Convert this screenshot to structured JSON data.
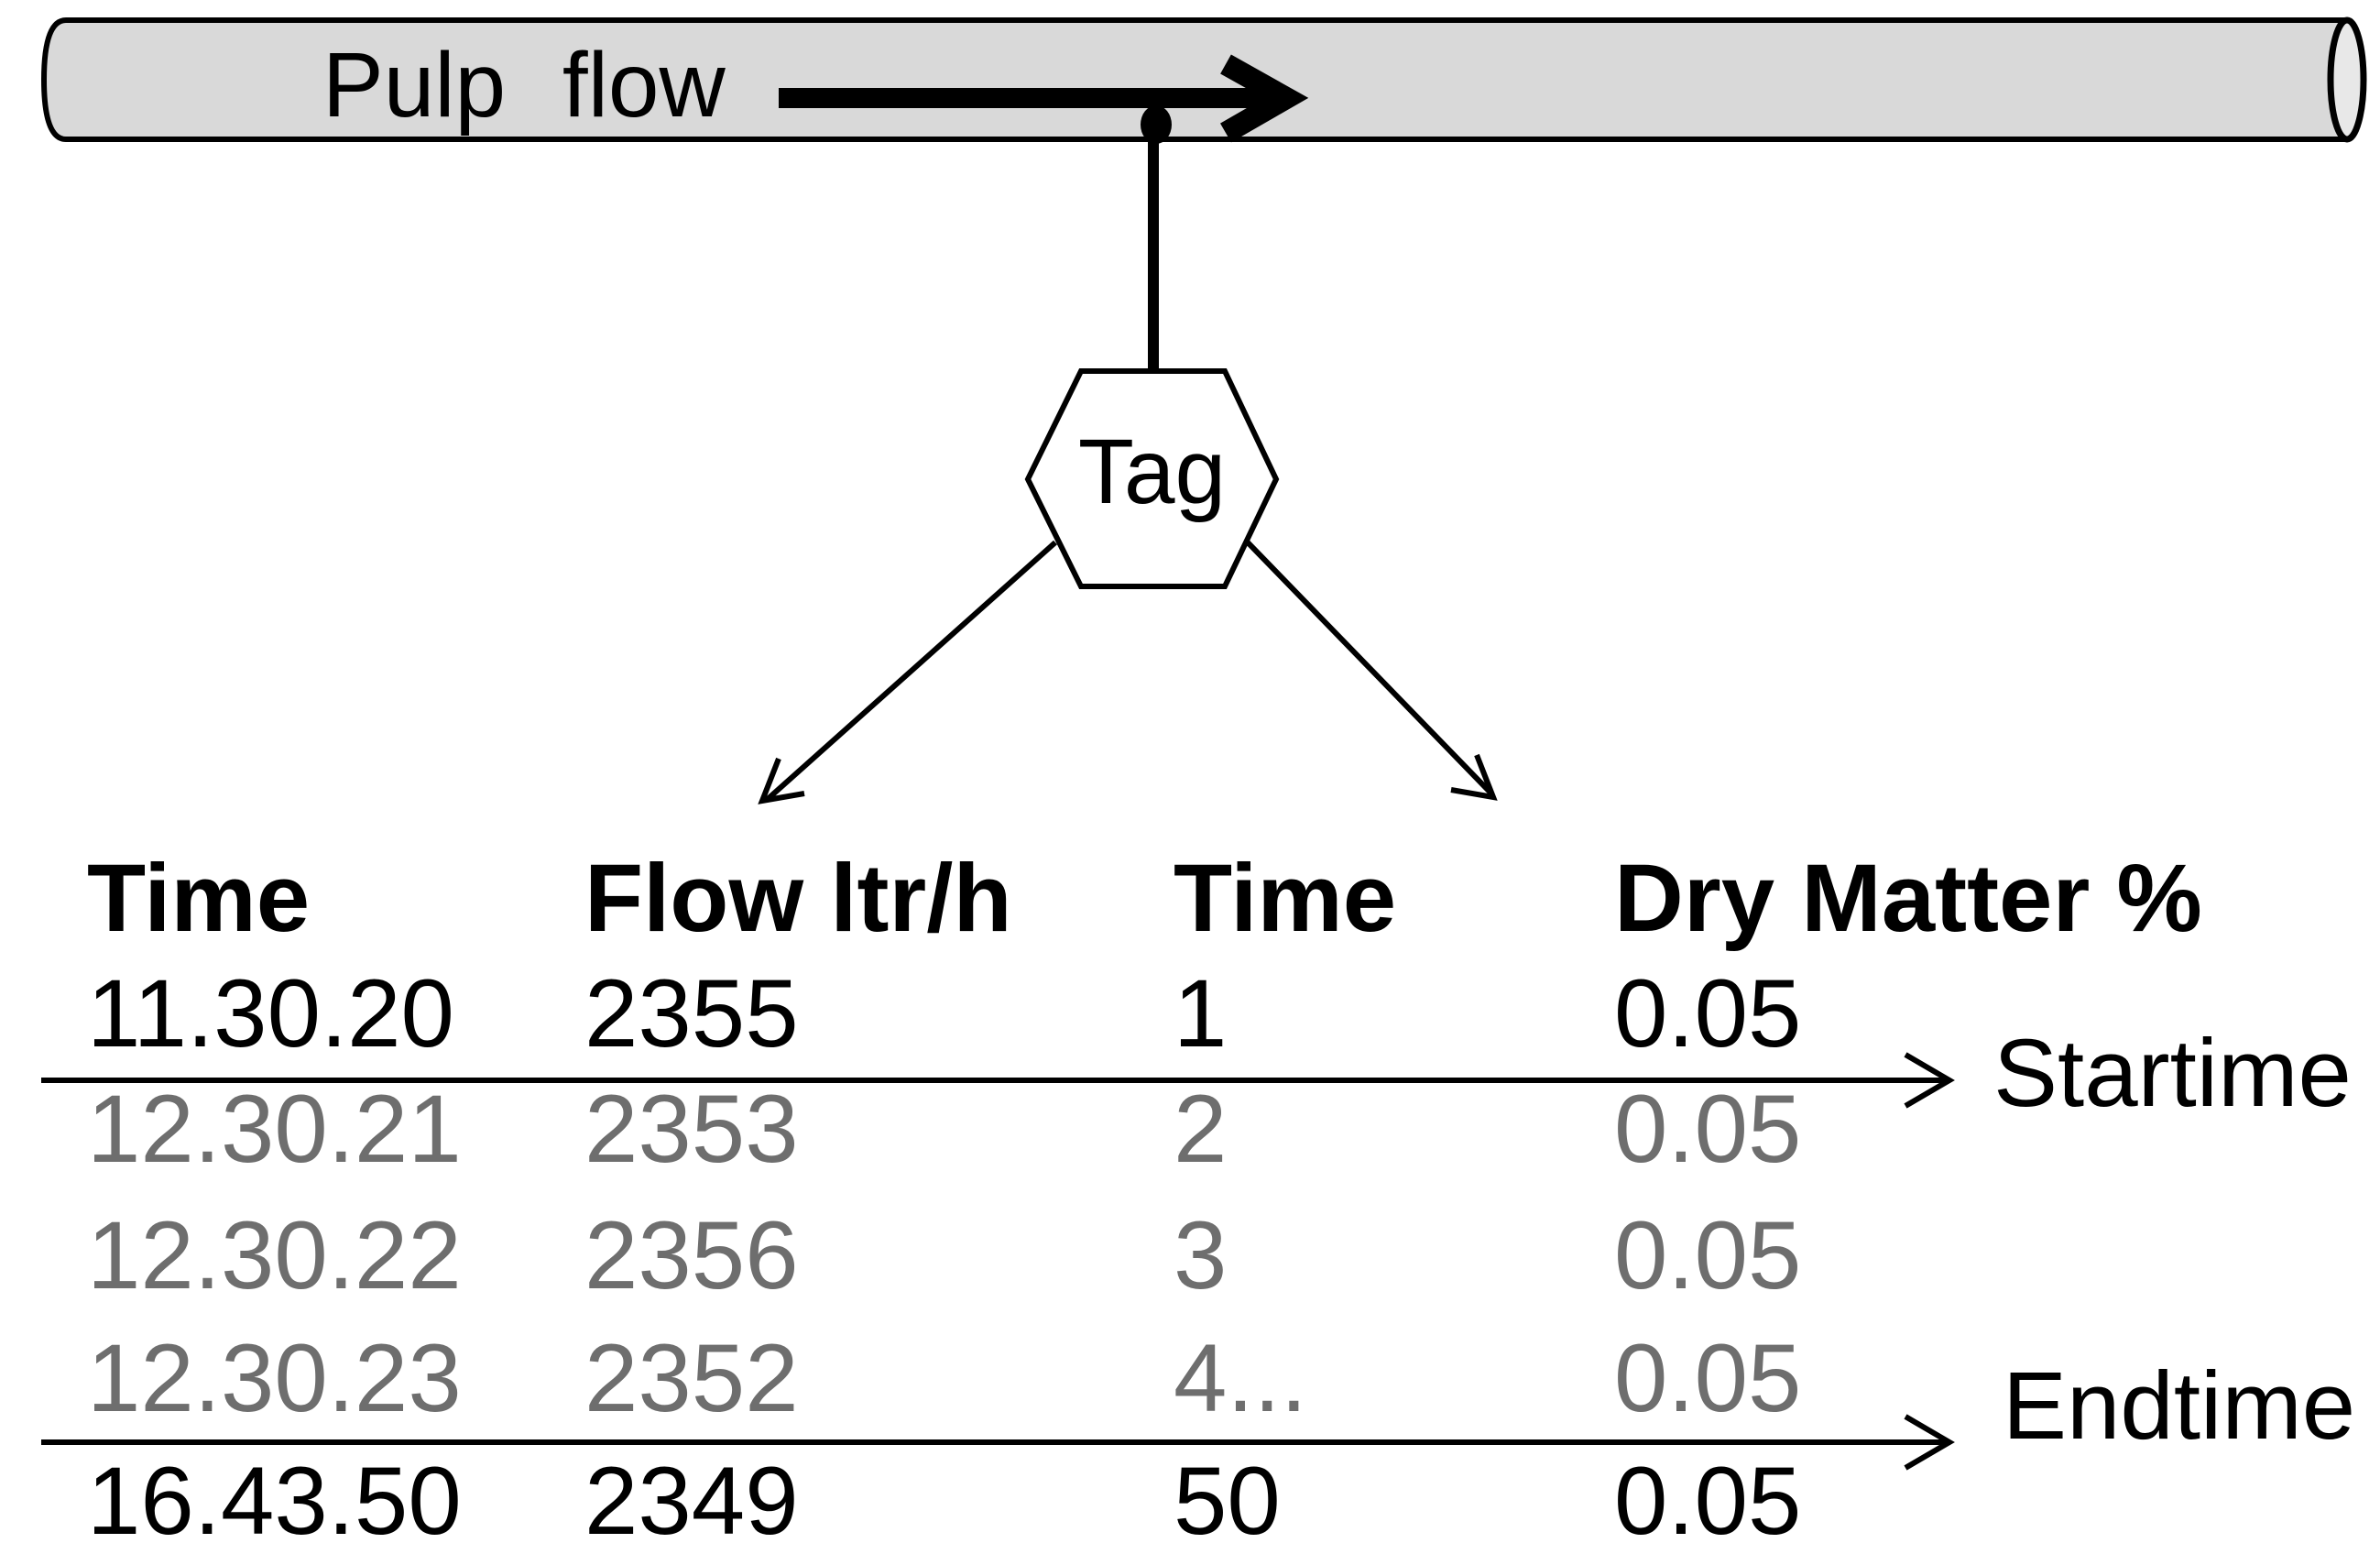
{
  "pipe": {
    "label": "Pulp flow",
    "fill": "#d9d9d9",
    "end_cap_fill": "#e8e8e8",
    "flow_direction": "right"
  },
  "sensor": {
    "tag_label": "Tag"
  },
  "table": {
    "headers": [
      "Time",
      "Flow ltr/h",
      "Time",
      "Dry Matter %"
    ],
    "rows": [
      {
        "time": "11.30.20",
        "flow": "2355",
        "sample_time": "1",
        "dry_matter": "0.05",
        "emphasis": "black"
      },
      {
        "time": "12.30.21",
        "flow": "2353",
        "sample_time": "2",
        "dry_matter": "0.05",
        "emphasis": "gray"
      },
      {
        "time": "12.30.22",
        "flow": "2356",
        "sample_time": "3",
        "dry_matter": "0.05",
        "emphasis": "gray"
      },
      {
        "time": "12.30.23",
        "flow": "2352",
        "sample_time": "4...",
        "dry_matter": "0.05",
        "emphasis": "gray"
      },
      {
        "time": "16.43.50",
        "flow": "2349",
        "sample_time": "50",
        "dry_matter": "0.05",
        "emphasis": "black"
      }
    ]
  },
  "annotations": {
    "start_line_label": "Startime",
    "end_line_label": "Endtime"
  },
  "colors": {
    "text_black": "#000000",
    "text_gray": "#6e6e6e",
    "pipe_fill": "#d9d9d9",
    "pipe_cap_fill": "#e8e8e8",
    "line_color": "#000000"
  }
}
